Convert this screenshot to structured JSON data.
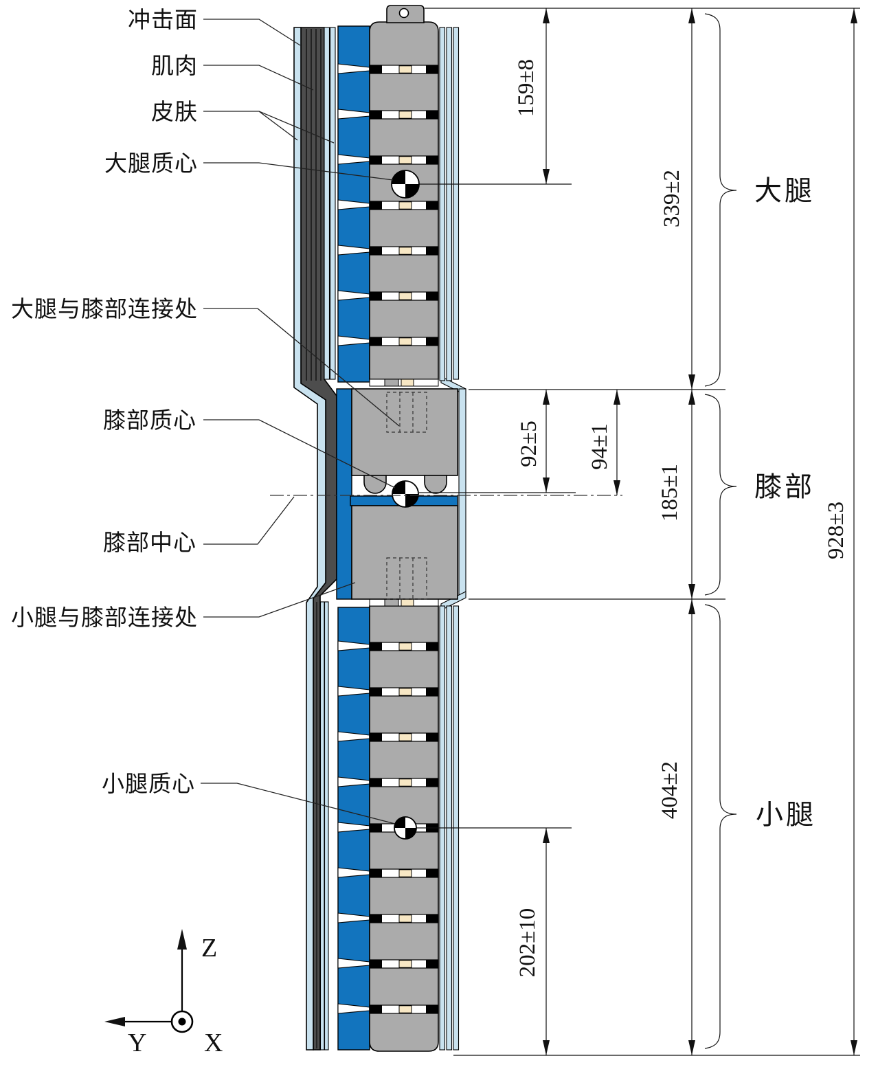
{
  "diagram": {
    "type": "legform-impactor-cross-section",
    "callouts": {
      "impact_face": "冲击面",
      "muscle": "肌肉",
      "skin": "皮肤",
      "thigh_cog": "大腿质心",
      "thigh_knee_joint": "大腿与膝部连接处",
      "knee_cog": "膝部质心",
      "knee_center": "膝部中心",
      "shank_knee_joint": "小腿与膝部连接处",
      "shank_cog": "小腿质心"
    },
    "sections": {
      "thigh": "大腿",
      "knee": "膝部",
      "shank": "小腿"
    },
    "dimensions": {
      "top_to_thigh_cog": "159±8",
      "thigh_length": "339±2",
      "knee_top_to_condyle": "92±5",
      "knee_top_to_center": "94±1",
      "knee_length": "185±1",
      "shank_length": "404±2",
      "shank_cog_to_bottom": "202±10",
      "overall_length": "928±3"
    },
    "axes": {
      "x": "X",
      "y": "Y",
      "z": "Z"
    },
    "colors": {
      "skin": "#c9e2ef",
      "flesh_foam": "#1274be",
      "bone": "#ababab",
      "muscle": "#4d4d4d",
      "spacer": "#f7e7c4"
    }
  }
}
